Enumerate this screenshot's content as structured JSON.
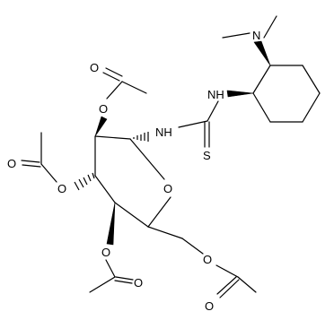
{
  "labels": {
    "n_nme2": "N",
    "nh_left": "NH",
    "nh_right": "NH",
    "s_thio": "S",
    "o_ring": "O",
    "o_c2": "O",
    "o_c3": "O",
    "o_c4": "O",
    "o_c6": "O",
    "o_carbonyl_c2": "O",
    "o_carbonyl_c3": "O",
    "o_carbonyl_c4": "O",
    "o_carbonyl_c6": "O"
  },
  "colors": {
    "bond": "#000000",
    "background": "#ffffff"
  }
}
